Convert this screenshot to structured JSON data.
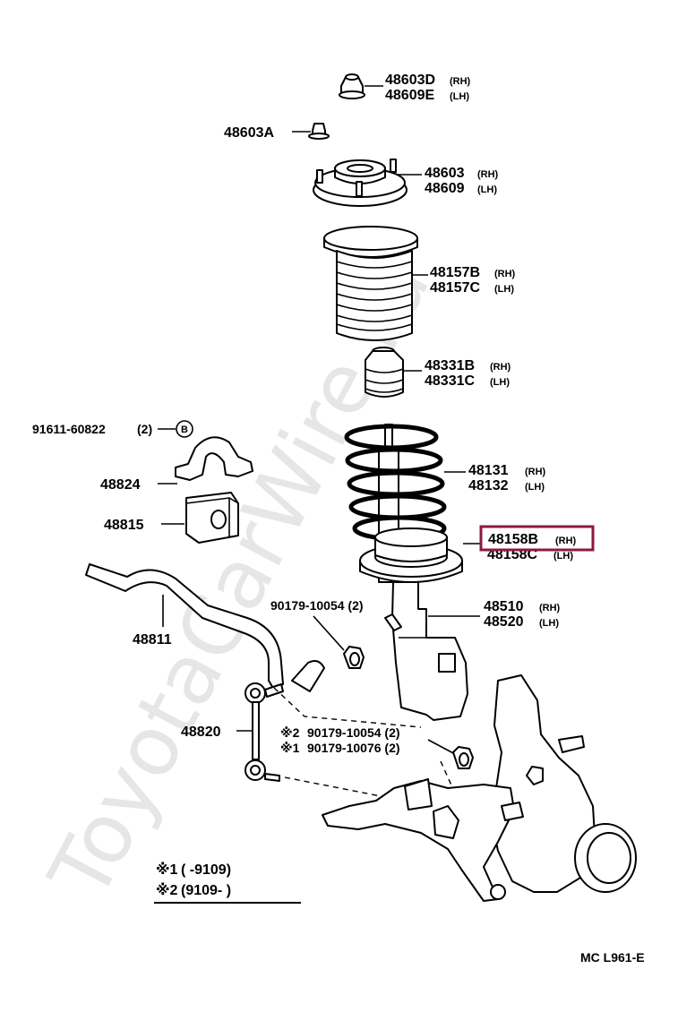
{
  "watermark": "ToyotaCarWire.ru",
  "parts": {
    "p48603D": "48603D",
    "p48609E": "48609E",
    "p48603A": "48603A",
    "p48603": "48603",
    "p48609": "48609",
    "p48157B": "48157B",
    "p48157C": "48157C",
    "p48331B": "48331B",
    "p48331C": "48331C",
    "p91611": "91611-60822",
    "p91611_qty": "(2)",
    "p91611_code": "B",
    "p48824": "48824",
    "p48815": "48815",
    "p48131": "48131",
    "p48132": "48132",
    "p48158B": "48158B",
    "p48158C": "48158C",
    "p48510": "48510",
    "p48520": "48520",
    "p48811": "48811",
    "p90179_top": "90179-10054 (2)",
    "p48820": "48820",
    "p90179_a": "90179-10054 (2)",
    "p90179_b": "90179-10076 (2)",
    "mark2": "※2",
    "mark1": "※1"
  },
  "sides": {
    "rh": "(RH)",
    "lh": "(LH)"
  },
  "legend": {
    "row1_mark": "※1",
    "row1_text": "(        -9109)",
    "row2_mark": "※2",
    "row2_text": "(9109-        )"
  },
  "footer_code": "MC  L961-E",
  "highlight_color": "#8b1a3a"
}
